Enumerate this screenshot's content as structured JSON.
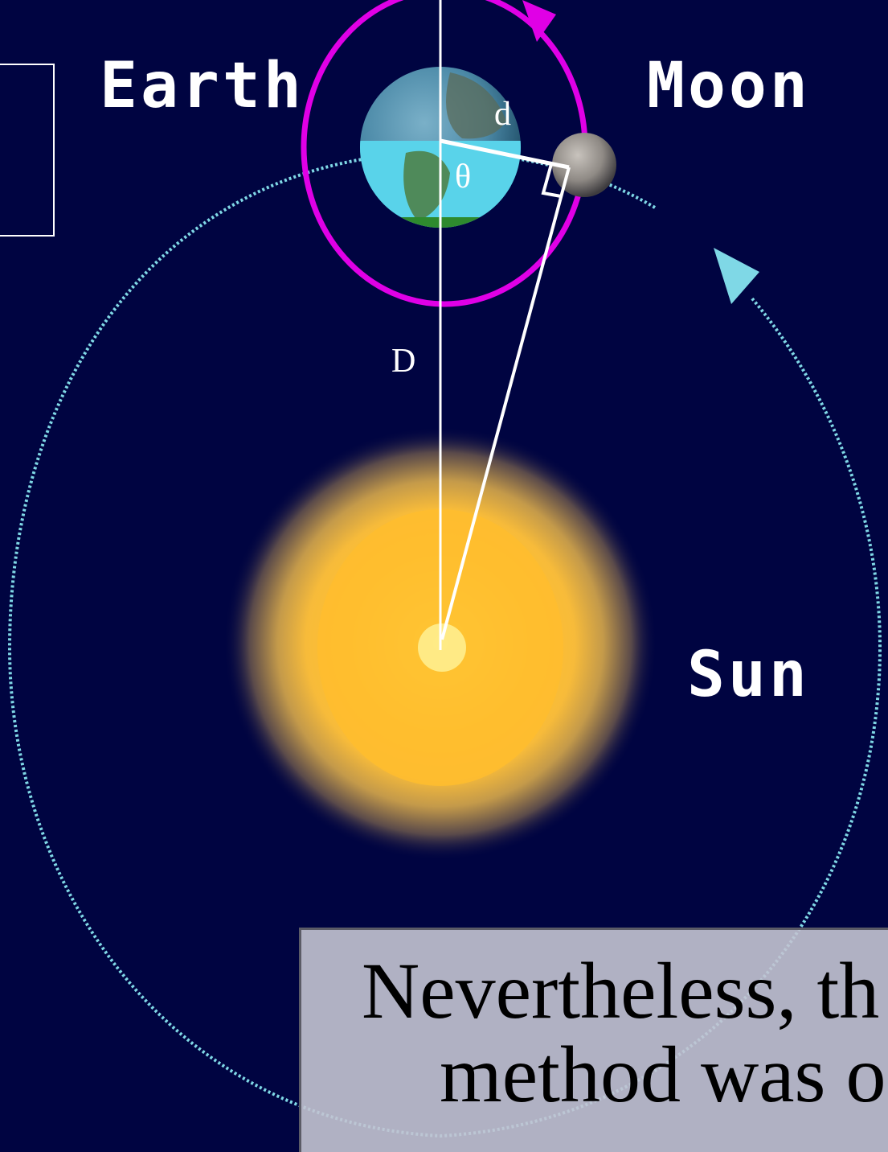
{
  "labels": {
    "earth": "Earth",
    "moon": "Moon",
    "sun": "Sun",
    "distance_moon": "d",
    "distance_sun": "D",
    "angle": "θ"
  },
  "caption": {
    "line1": "Nevertheless, th",
    "line2": "method was o"
  },
  "colors": {
    "background": "#000441",
    "earth_orbit": "#7fd8e6",
    "moon_orbit": "#e000e6",
    "construction_lines": "#ffffff",
    "sun_core": "#ffbd2e",
    "sun_glow": "#e8c36a",
    "caption_box": "#c3c4d2"
  }
}
